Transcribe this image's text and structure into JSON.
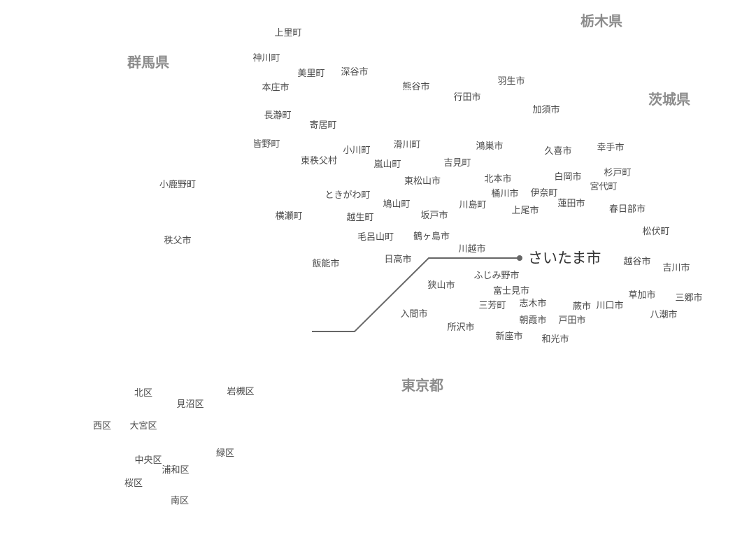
{
  "prefectures": {
    "gunma": "群馬県",
    "tochigi": "栃木県",
    "ibaraki": "茨城県",
    "tokyo": "東京都"
  },
  "highlight": {
    "label": "さいたま市",
    "line_color": "#666666",
    "point_color": "#666666"
  },
  "municipalities": [
    "上里町",
    "神川町",
    "美里町",
    "深谷市",
    "本庄市",
    "熊谷市",
    "行田市",
    "羽生市",
    "加須市",
    "長瀞町",
    "寄居町",
    "皆野町",
    "小川町",
    "滑川町",
    "鴻巣市",
    "久喜市",
    "幸手市",
    "東秩父村",
    "嵐山町",
    "吉見町",
    "白岡市",
    "杉戸町",
    "小鹿野町",
    "東松山市",
    "北本市",
    "宮代町",
    "ときがわ町",
    "桶川市",
    "伊奈町",
    "鳩山町",
    "川島町",
    "蓮田市",
    "春日部市",
    "横瀬町",
    "越生町",
    "坂戸市",
    "上尾市",
    "松伏町",
    "秩父市",
    "毛呂山町",
    "鶴ヶ島市",
    "川越市",
    "飯能市",
    "日高市",
    "越谷市",
    "吉川市",
    "ふじみ野市",
    "狭山市",
    "富士見市",
    "草加市",
    "三郷市",
    "三芳町",
    "志木市",
    "蕨市",
    "川口市",
    "入間市",
    "八潮市",
    "朝霞市",
    "戸田市",
    "所沢市",
    "新座市",
    "和光市"
  ],
  "wards": [
    "北区",
    "見沼区",
    "岩槻区",
    "西区",
    "大宮区",
    "緑区",
    "中央区",
    "浦和区",
    "桜区",
    "南区"
  ]
}
